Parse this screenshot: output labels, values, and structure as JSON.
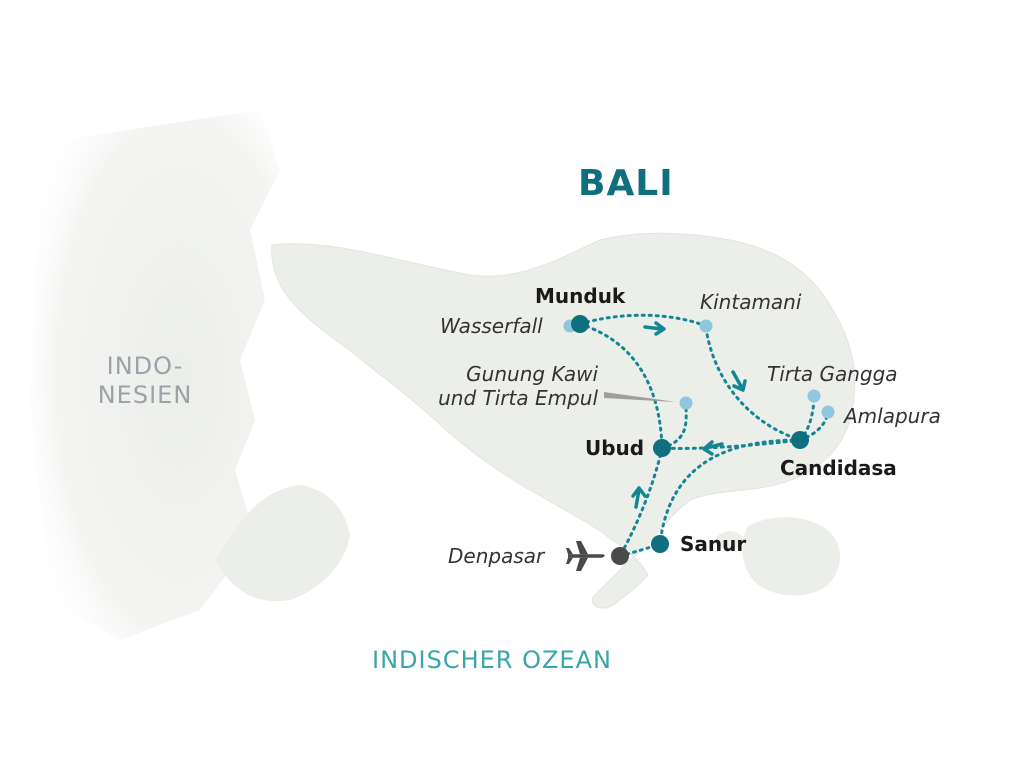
{
  "map": {
    "title": "BALI",
    "region_label_line1": "INDO-",
    "region_label_line2": "NESIEN",
    "ocean_label": "INDISCHER OZEAN",
    "colors": {
      "route": "#138694",
      "main_stop": "#0f6f7e",
      "side_stop": "#8ec7df",
      "airport": "#4a4a4a",
      "land": "#eceeea",
      "region_text": "#9aa3a8",
      "ocean_text": "#3aa5ab"
    },
    "stops": {
      "munduk": "Munduk",
      "ubud": "Ubud",
      "candidasa": "Candidasa",
      "sanur": "Sanur"
    },
    "sights": {
      "wasserfall": "Wasserfall",
      "kintamani": "Kintamani",
      "tirta_gangga": "Tirta Gangga",
      "amlapura": "Amlapura",
      "gunung_line1": "Gunung Kawi",
      "gunung_line2": "und Tirta Empul"
    },
    "airport": {
      "name": "Denpasar",
      "icon": "airplane-icon"
    }
  }
}
